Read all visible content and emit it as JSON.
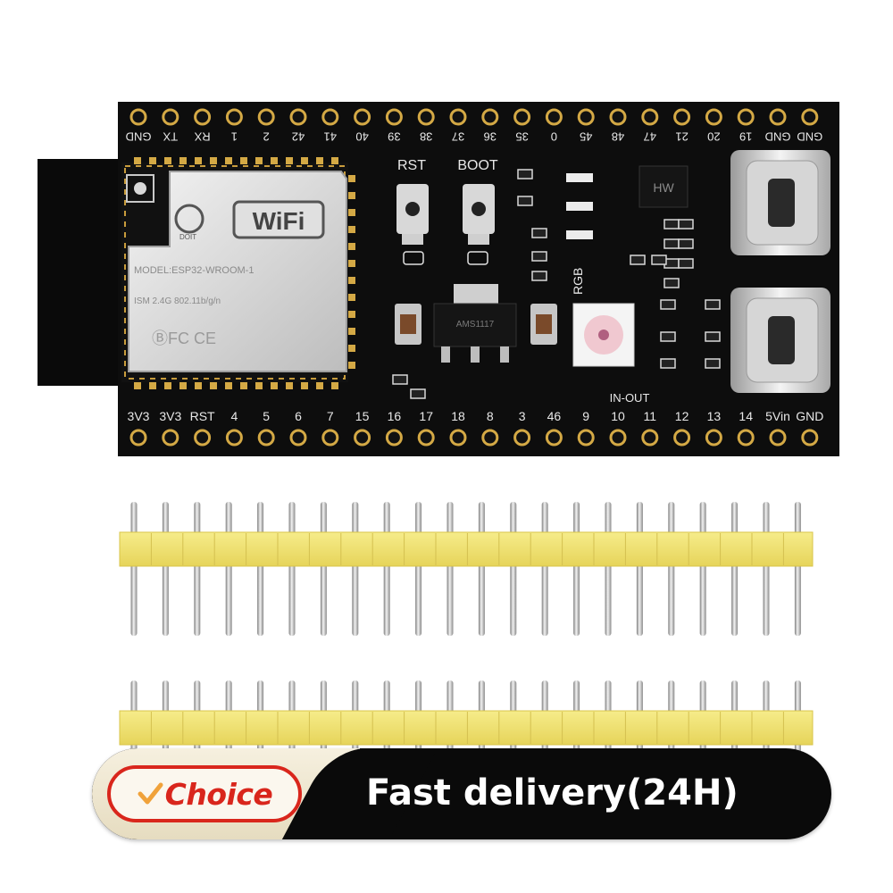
{
  "board": {
    "top_labels": [
      "GND",
      "TX",
      "RX",
      "1",
      "2",
      "42",
      "41",
      "40",
      "39",
      "38",
      "37",
      "36",
      "35",
      "0",
      "45",
      "48",
      "47",
      "21",
      "20",
      "19",
      "GND",
      "GND"
    ],
    "bottom_labels": [
      "3V3",
      "3V3",
      "RST",
      "4",
      "5",
      "6",
      "7",
      "15",
      "16",
      "17",
      "18",
      "8",
      "3",
      "46",
      "9",
      "10",
      "11",
      "12",
      "13",
      "14",
      "5Vin",
      "GND"
    ],
    "button_rst": "RST",
    "button_boot": "BOOT",
    "rgb_label": "RGB",
    "inout_label": "IN-OUT",
    "regulator_text": "AMS1117",
    "module_brand": "WiFi",
    "module_model": "MODEL:ESP32-WROOM-1 ",
    "module_ism": "ISM 2.4G 802.11b/g/n",
    "module_logo": "DOIT",
    "chip_marking": "HW"
  },
  "pin_headers": {
    "count": 2,
    "pins_per_row": 22,
    "plastic_color": "#f2e67a"
  },
  "colors": {
    "pcb": "#0d0d0d",
    "gold": "#d4a945",
    "silk": "#e8e8e8",
    "brand_red": "#d9261c"
  },
  "banner": {
    "choice_label": "Choice",
    "delivery_label": "Fast delivery(24H)"
  }
}
